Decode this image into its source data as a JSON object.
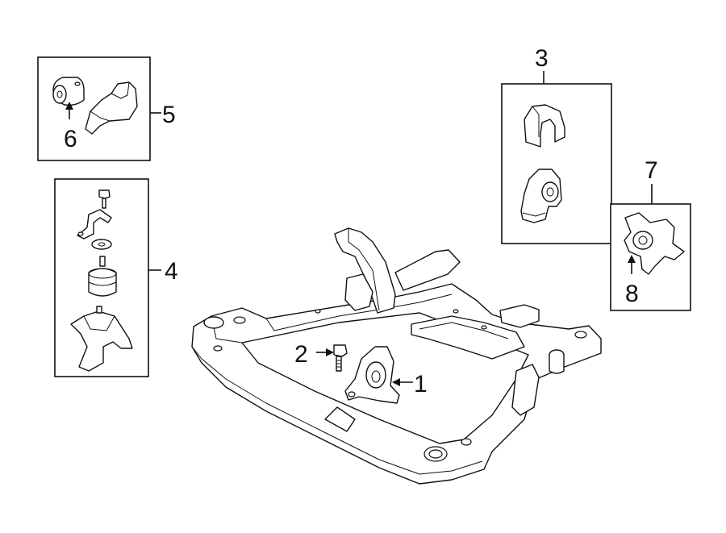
{
  "callouts": {
    "c1": "1",
    "c2": "2",
    "c3": "3",
    "c4": "4",
    "c5": "5",
    "c6": "6",
    "c7": "7",
    "c8": "8"
  },
  "colors": {
    "line": "#111111",
    "fill": "#ffffff"
  }
}
